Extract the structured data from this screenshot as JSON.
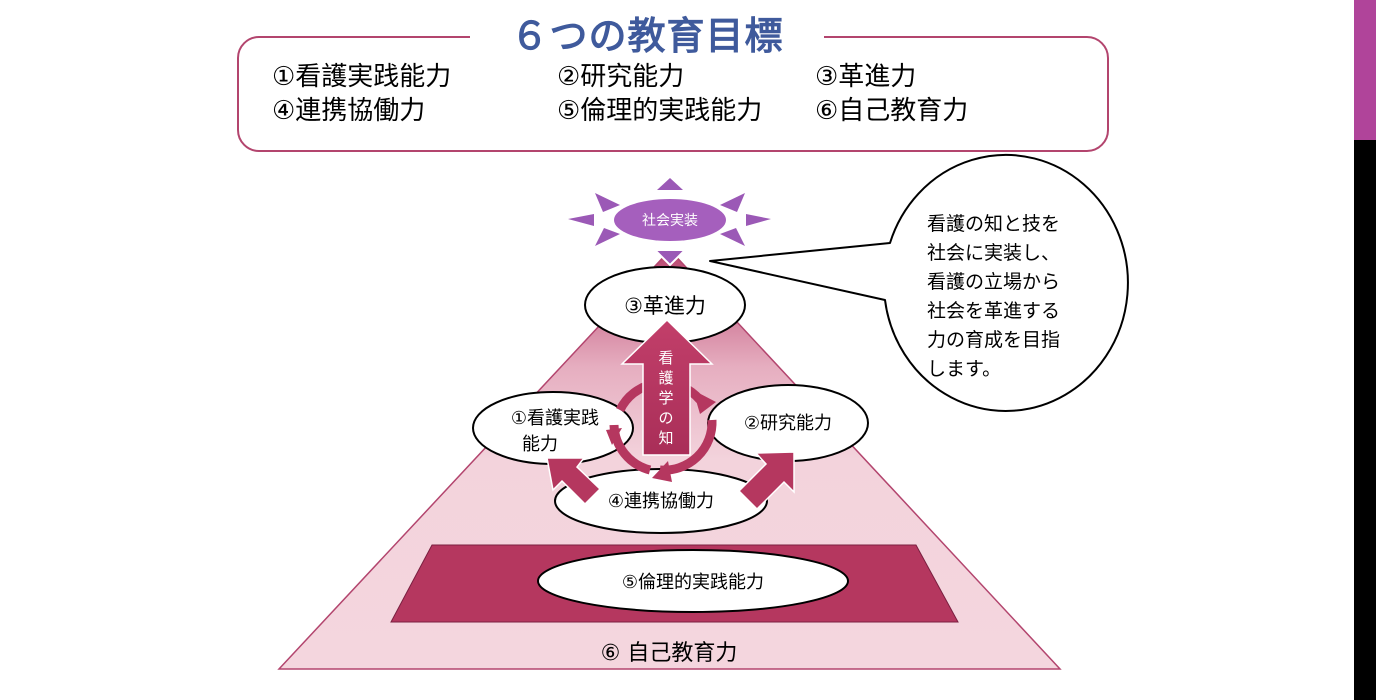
{
  "goals": {
    "title": "６つの教育目標",
    "items": [
      "①看護実践能力",
      "②研究能力",
      "③革進力",
      "④連携協働力",
      "⑤倫理的実践能力",
      "⑥自己教育力"
    ]
  },
  "diagram": {
    "top_label": "社会実装",
    "innovation": "③革進力",
    "practice_line1": "①看護実践",
    "practice_line2": "能力",
    "research": "②研究能力",
    "collaboration": "④連携協働力",
    "ethics": "⑤倫理的実践能力",
    "self_education": "⑥ 自己教育力",
    "arrow_text": [
      "看",
      "護",
      "学",
      "の",
      "知"
    ],
    "callout_lines": [
      "看護の知と技を",
      "社会に実装し、",
      "看護の立場から",
      "社会を革進する",
      "力の育成を目指",
      "します。"
    ]
  },
  "colors": {
    "title_blue": "#3f5a9c",
    "frame_magenta": "#b3456e",
    "deep_pink": "#b5375f",
    "pyramid_light": "#f3d3dc",
    "sun_purple": "#9b59b6",
    "side_accent": "#b0449a"
  }
}
